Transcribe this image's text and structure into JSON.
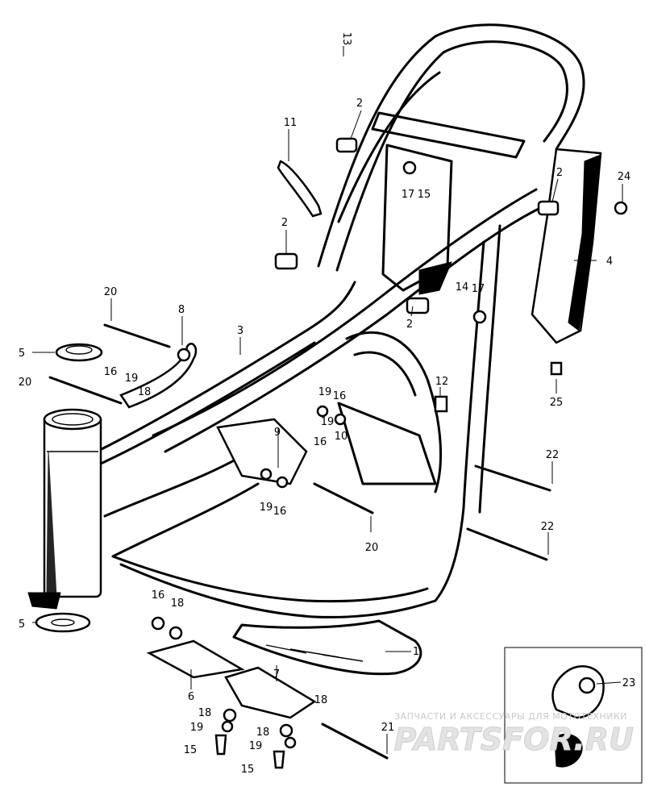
{
  "callouts": [
    {
      "id": "c13",
      "label": "13"
    },
    {
      "id": "c11",
      "label": "11"
    },
    {
      "id": "c2a",
      "label": "2"
    },
    {
      "id": "c2b",
      "label": "2"
    },
    {
      "id": "c2c",
      "label": "2"
    },
    {
      "id": "c2d",
      "label": "2"
    },
    {
      "id": "c17a",
      "label": "17"
    },
    {
      "id": "c15a",
      "label": "15"
    },
    {
      "id": "c24",
      "label": "24"
    },
    {
      "id": "c4",
      "label": "4"
    },
    {
      "id": "c14",
      "label": "14"
    },
    {
      "id": "c17b",
      "label": "17"
    },
    {
      "id": "c20a",
      "label": "20"
    },
    {
      "id": "c8",
      "label": "8"
    },
    {
      "id": "c3",
      "label": "3"
    },
    {
      "id": "c5a",
      "label": "5"
    },
    {
      "id": "c16a",
      "label": "16"
    },
    {
      "id": "c19a",
      "label": "19"
    },
    {
      "id": "c18a",
      "label": "18"
    },
    {
      "id": "c20b",
      "label": "20"
    },
    {
      "id": "c12",
      "label": "12"
    },
    {
      "id": "c25",
      "label": "25"
    },
    {
      "id": "c19b",
      "label": "19"
    },
    {
      "id": "c16b",
      "label": "16"
    },
    {
      "id": "c19c",
      "label": "19"
    },
    {
      "id": "c9",
      "label": "9"
    },
    {
      "id": "c10",
      "label": "10"
    },
    {
      "id": "c16c",
      "label": "16"
    },
    {
      "id": "c19d",
      "label": "19"
    },
    {
      "id": "c16d",
      "label": "16"
    },
    {
      "id": "c22a",
      "label": "22"
    },
    {
      "id": "c20c",
      "label": "20"
    },
    {
      "id": "c22b",
      "label": "22"
    },
    {
      "id": "c16e",
      "label": "16"
    },
    {
      "id": "c18b",
      "label": "18"
    },
    {
      "id": "c5b",
      "label": "5"
    },
    {
      "id": "c1",
      "label": "1"
    },
    {
      "id": "c6",
      "label": "6"
    },
    {
      "id": "c7",
      "label": "7"
    },
    {
      "id": "c18c",
      "label": "18"
    },
    {
      "id": "c18d",
      "label": "18"
    },
    {
      "id": "c19e",
      "label": "19"
    },
    {
      "id": "c18e",
      "label": "18"
    },
    {
      "id": "c19f",
      "label": "19"
    },
    {
      "id": "c15b",
      "label": "15"
    },
    {
      "id": "c15c",
      "label": "15"
    },
    {
      "id": "c21",
      "label": "21"
    },
    {
      "id": "c23",
      "label": "23"
    }
  ],
  "watermark": {
    "tagline": "ЗАПЧАСТИ И АКСЕССУАРЫ ДЛЯ МОТОТЕХНИКИ",
    "brand": "PARTSFOR.RU"
  }
}
